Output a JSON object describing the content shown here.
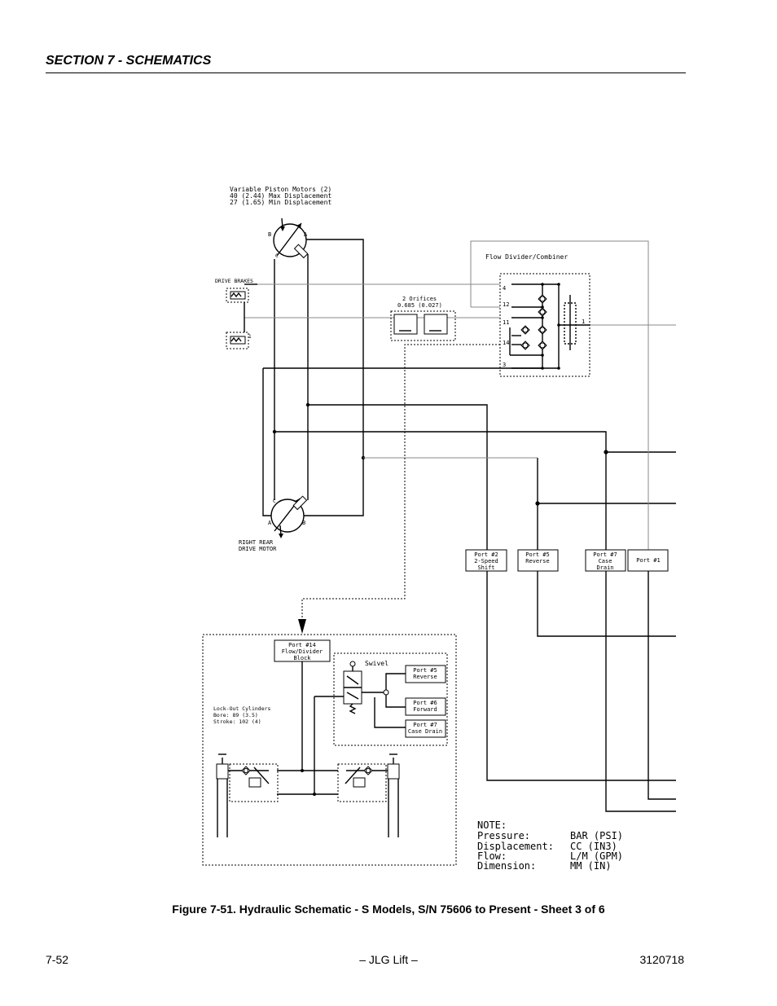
{
  "header": {
    "section": "SECTION 7 - SCHEMATICS"
  },
  "labels": {
    "motors_title": [
      "Variable Piston Motors (2)",
      "40 (2.44) Max Displacement",
      "27 (1.65) Min Displacement"
    ],
    "drive_brakes": "DRIVE BRAKES",
    "right_rear": [
      "RIGHT REAR",
      "DRIVE MOTOR"
    ],
    "flow_divider": "Flow Divider/Combiner",
    "orifices": [
      "2 Orifices",
      "0.685 (0.027)"
    ],
    "fd_ports": [
      "4",
      "12",
      "11",
      "14",
      "3"
    ],
    "fd_right_port": "1",
    "brake_port": "1",
    "motor_top": {
      "b": "B",
      "a": "A",
      "c": "C"
    },
    "motor_bottom": {
      "c": "C",
      "a": "A",
      "b": "B"
    },
    "ports": {
      "port2": [
        "Port #2",
        "2-Speed",
        "Shift"
      ],
      "port5": [
        "Port #5",
        "Reverse"
      ],
      "port7": [
        "Port #7",
        "Case",
        "Drain"
      ],
      "port1": "Port #1"
    },
    "port14": [
      "Port #14",
      "Flow/Divider",
      "Block"
    ],
    "swivel": "Swivel",
    "swivel_ports": {
      "p5": [
        "Port #5",
        "Reverse"
      ],
      "p6": [
        "Port #6",
        "Forward"
      ],
      "p7": [
        "Port #7",
        "Case Drain"
      ]
    },
    "lockout": [
      "Lock-Out Cylinders",
      "Bore: 89 (3.5)",
      "Stroke: 102 (4)"
    ],
    "note": {
      "title": "NOTE:",
      "rows": [
        [
          "Pressure:",
          "BAR (PSI)"
        ],
        [
          "Displacement:",
          "CC  (IN3)"
        ],
        [
          "Flow:",
          "L/M (GPM)"
        ],
        [
          "Dimension:",
          "MM  (IN)"
        ]
      ]
    }
  },
  "caption": "Figure 7-51.  Hydraulic Schematic - S Models, S/N 75606 to Present - Sheet 3 of 6",
  "footer": {
    "page": "7-52",
    "center": "– JLG Lift –",
    "docnum": "3120718"
  }
}
